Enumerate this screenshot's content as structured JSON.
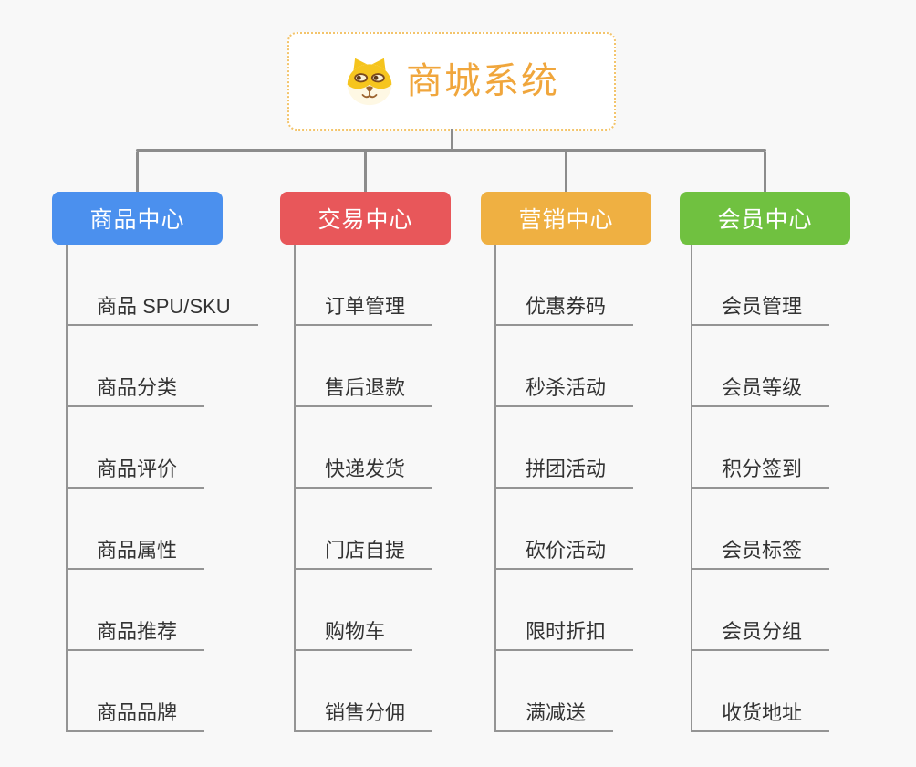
{
  "page": {
    "background": "#F8F8F8",
    "connector_color": "#8C8C8C"
  },
  "root": {
    "title": "商城系统",
    "icon": "dog-face-icon",
    "title_color": "#F0A63C",
    "border_color": "#F3C46B"
  },
  "branches": [
    {
      "label": "商品中心",
      "color": "#4B90EE",
      "items": [
        "商品 SPU/SKU",
        "商品分类",
        "商品评价",
        "商品属性",
        "商品推荐",
        "商品品牌"
      ]
    },
    {
      "label": "交易中心",
      "color": "#E8575A",
      "items": [
        "订单管理",
        "售后退款",
        "快递发货",
        "门店自提",
        "购物车",
        "销售分佣"
      ]
    },
    {
      "label": "营销中心",
      "color": "#EFB042",
      "items": [
        "优惠券码",
        "秒杀活动",
        "拼团活动",
        "砍价活动",
        "限时折扣",
        "满减送"
      ]
    },
    {
      "label": "会员中心",
      "color": "#70C140",
      "items": [
        "会员管理",
        "会员等级",
        "积分签到",
        "会员标签",
        "会员分组",
        "收货地址"
      ]
    }
  ]
}
